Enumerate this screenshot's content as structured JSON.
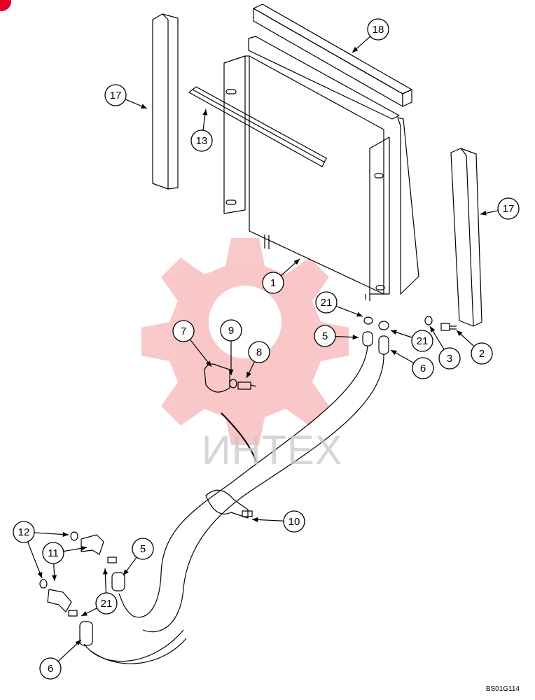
{
  "callouts": [
    {
      "label": "18"
    },
    {
      "label": "17"
    },
    {
      "label": "13"
    },
    {
      "label": "17"
    },
    {
      "label": "1"
    },
    {
      "label": "21"
    },
    {
      "label": "5"
    },
    {
      "label": "21"
    },
    {
      "label": "3"
    },
    {
      "label": "2"
    },
    {
      "label": "6"
    },
    {
      "label": "7"
    },
    {
      "label": "9"
    },
    {
      "label": "8"
    },
    {
      "label": "10"
    },
    {
      "label": "12"
    },
    {
      "label": "11"
    },
    {
      "label": "5"
    },
    {
      "label": "21"
    },
    {
      "label": "6"
    }
  ],
  "watermark": {
    "text": "ИНТЕХ"
  },
  "drawing_ref": "BS01G114",
  "colors": {
    "line": "#000000",
    "watermark": "#f2a0a0"
  }
}
